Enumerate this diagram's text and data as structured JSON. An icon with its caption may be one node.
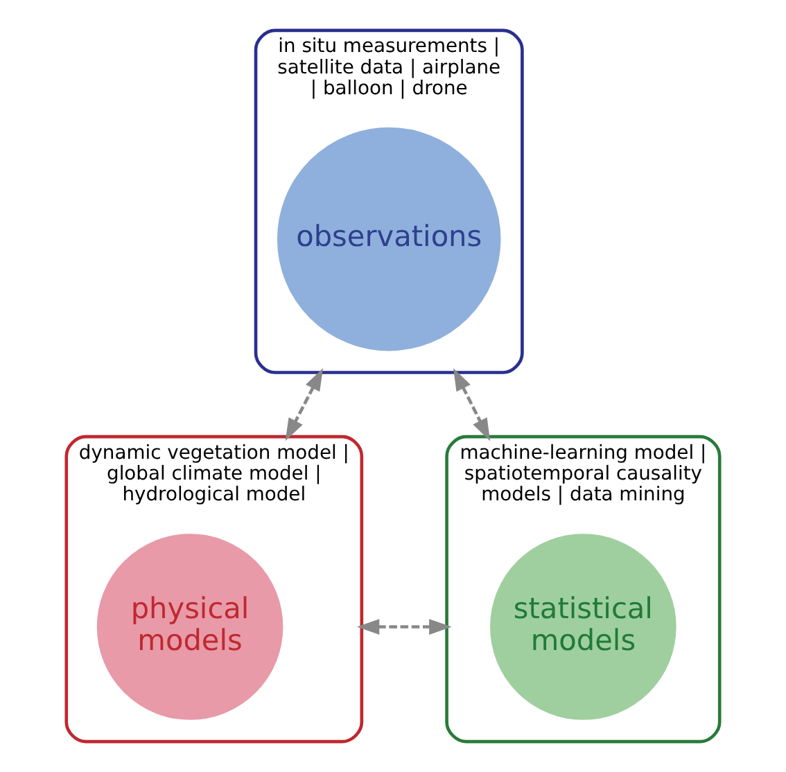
{
  "diagram": {
    "nodes": [
      {
        "text": [
          "in situ measurements | satellite data | airplane | balloon | drone"
        ]
      },
      {
        "text": [
          "observations"
        ],
        "in": 0
      },
      {
        "text": [
          "dynamic vegetation model | global climate model | hydrological model"
        ]
      },
      {
        "text": [
          "physical models"
        ],
        "in": 2
      },
      {
        "text": [
          "machine-learning model | spatiotemporal causality models | data mining"
        ]
      },
      {
        "text": [
          "statistical models"
        ],
        "in": 4
      }
    ],
    "edges": [
      {
        "from": 0,
        "to": 2,
        "arrow": "both",
        "style": "dashed"
      },
      {
        "from": 0,
        "to": 4,
        "arrow": "both",
        "style": "dashed"
      },
      {
        "from": 2,
        "to": 4,
        "arrow": "both",
        "style": "dashed"
      }
    ]
  }
}
